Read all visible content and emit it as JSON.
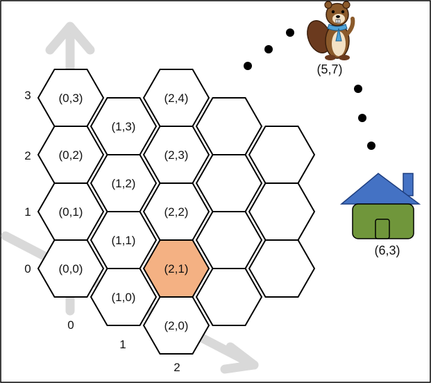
{
  "colors": {
    "hex_stroke": "#000000",
    "hex_fill": "#ffffff",
    "highlight_fill": "#F4B183",
    "axis_arrow": "#D9D9D9",
    "roof": "#4472C4",
    "house_body": "#70963B",
    "dots": "#000000",
    "frame": "#000000"
  },
  "grid": {
    "highlighted_cell": "(2,1)",
    "cells": [
      {
        "q": 0,
        "r": 0,
        "label": "(0,0)"
      },
      {
        "q": 0,
        "r": 1,
        "label": "(0,1)"
      },
      {
        "q": 0,
        "r": 2,
        "label": "(0,2)"
      },
      {
        "q": 0,
        "r": 3,
        "label": "(0,3)"
      },
      {
        "q": 1,
        "r": 0,
        "label": "(1,0)"
      },
      {
        "q": 1,
        "r": 1,
        "label": "(1,1)"
      },
      {
        "q": 1,
        "r": 2,
        "label": "(1,2)"
      },
      {
        "q": 1,
        "r": 3,
        "label": "(1,3)"
      },
      {
        "q": 2,
        "r": 0,
        "label": "(2,0)"
      },
      {
        "q": 2,
        "r": 1,
        "label": "(2,1)"
      },
      {
        "q": 2,
        "r": 2,
        "label": "(2,2)"
      },
      {
        "q": 2,
        "r": 3,
        "label": "(2,3)"
      },
      {
        "q": 2,
        "r": 4,
        "label": "(2,4)"
      },
      {
        "q": 3,
        "r": 1,
        "label": ""
      },
      {
        "q": 3,
        "r": 2,
        "label": ""
      },
      {
        "q": 3,
        "r": 3,
        "label": ""
      },
      {
        "q": 3,
        "r": 4,
        "label": ""
      },
      {
        "q": 4,
        "r": 2,
        "label": ""
      },
      {
        "q": 4,
        "r": 3,
        "label": ""
      },
      {
        "q": 4,
        "r": 4,
        "label": ""
      }
    ]
  },
  "axes": {
    "vertical_ticks": [
      "0",
      "1",
      "2",
      "3"
    ],
    "diagonal_ticks": [
      "0",
      "1",
      "2"
    ]
  },
  "beaver": {
    "label": "(5,7)",
    "icon": "beaver-icon"
  },
  "house": {
    "label": "(6,3)",
    "icon": "house-icon"
  },
  "path_dot_count": 6
}
